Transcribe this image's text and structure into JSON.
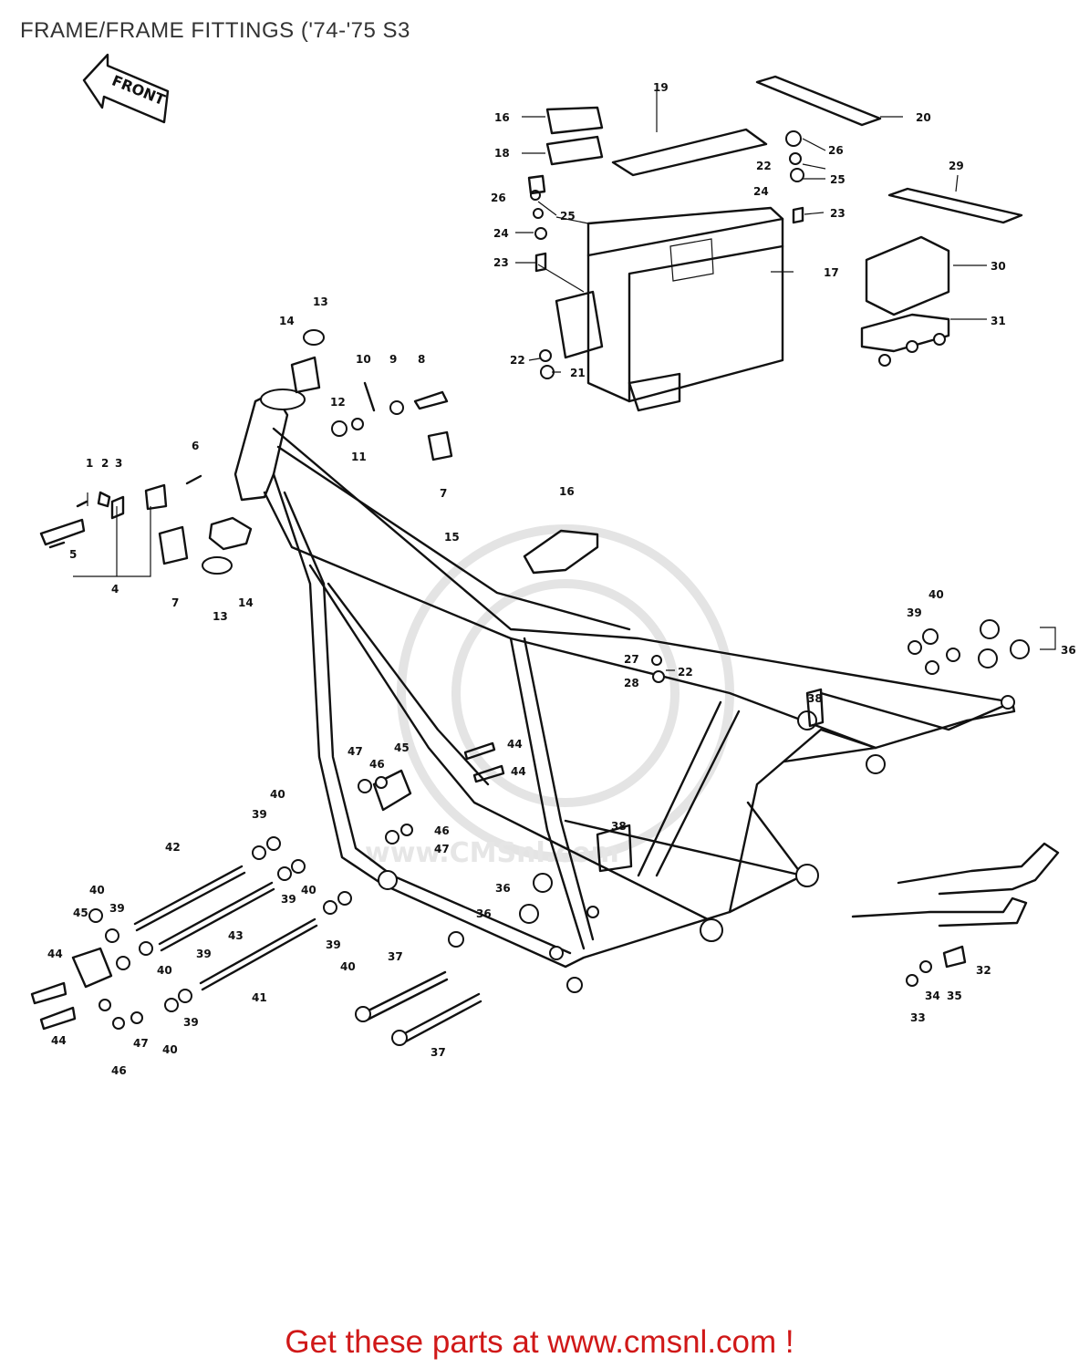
{
  "title": "FRAME/FRAME FITTINGS ('74-'75 S3",
  "footer": "Get these parts at www.cmsnl.com !",
  "front_arrow": "FRONT",
  "watermark_text": "www.CMSnl.com",
  "colors": {
    "footer": "#d01818",
    "title": "#333333",
    "line": "#111111"
  },
  "callouts": [
    {
      "id": "c1",
      "text": "1"
    },
    {
      "id": "c2",
      "text": "2"
    },
    {
      "id": "c3",
      "text": "3"
    },
    {
      "id": "c4",
      "text": "4"
    },
    {
      "id": "c5",
      "text": "5"
    },
    {
      "id": "c6",
      "text": "6"
    },
    {
      "id": "c7a",
      "text": "7"
    },
    {
      "id": "c7b",
      "text": "7"
    },
    {
      "id": "c8",
      "text": "8"
    },
    {
      "id": "c9",
      "text": "9"
    },
    {
      "id": "c10",
      "text": "10"
    },
    {
      "id": "c11",
      "text": "11"
    },
    {
      "id": "c12",
      "text": "12"
    },
    {
      "id": "c13a",
      "text": "13"
    },
    {
      "id": "c13b",
      "text": "13"
    },
    {
      "id": "c14a",
      "text": "14"
    },
    {
      "id": "c14b",
      "text": "14"
    },
    {
      "id": "c15",
      "text": "15"
    },
    {
      "id": "c16a",
      "text": "16"
    },
    {
      "id": "c16b",
      "text": "16"
    },
    {
      "id": "c17",
      "text": "17"
    },
    {
      "id": "c18",
      "text": "18"
    },
    {
      "id": "c19",
      "text": "19"
    },
    {
      "id": "c20",
      "text": "20"
    },
    {
      "id": "c21",
      "text": "21"
    },
    {
      "id": "c22a",
      "text": "22"
    },
    {
      "id": "c22b",
      "text": "22"
    },
    {
      "id": "c22c",
      "text": "22"
    },
    {
      "id": "c23a",
      "text": "23"
    },
    {
      "id": "c23b",
      "text": "23"
    },
    {
      "id": "c24a",
      "text": "24"
    },
    {
      "id": "c24b",
      "text": "24"
    },
    {
      "id": "c25a",
      "text": "25"
    },
    {
      "id": "c25b",
      "text": "25"
    },
    {
      "id": "c26a",
      "text": "26"
    },
    {
      "id": "c26b",
      "text": "26"
    },
    {
      "id": "c27",
      "text": "27"
    },
    {
      "id": "c28",
      "text": "28"
    },
    {
      "id": "c29",
      "text": "29"
    },
    {
      "id": "c30",
      "text": "30"
    },
    {
      "id": "c31",
      "text": "31"
    },
    {
      "id": "c32",
      "text": "32"
    },
    {
      "id": "c33",
      "text": "33"
    },
    {
      "id": "c34",
      "text": "34"
    },
    {
      "id": "c35",
      "text": "35"
    },
    {
      "id": "c36a",
      "text": "36"
    },
    {
      "id": "c36b",
      "text": "36"
    },
    {
      "id": "c36c",
      "text": "36"
    },
    {
      "id": "c37a",
      "text": "37"
    },
    {
      "id": "c37b",
      "text": "37"
    },
    {
      "id": "c38a",
      "text": "38"
    },
    {
      "id": "c38b",
      "text": "38"
    },
    {
      "id": "c39a",
      "text": "39"
    },
    {
      "id": "c39b",
      "text": "39"
    },
    {
      "id": "c39c",
      "text": "39"
    },
    {
      "id": "c39d",
      "text": "39"
    },
    {
      "id": "c39e",
      "text": "39"
    },
    {
      "id": "c39f",
      "text": "39"
    },
    {
      "id": "c39g",
      "text": "39"
    },
    {
      "id": "c40a",
      "text": "40"
    },
    {
      "id": "c40b",
      "text": "40"
    },
    {
      "id": "c40c",
      "text": "40"
    },
    {
      "id": "c40d",
      "text": "40"
    },
    {
      "id": "c40e",
      "text": "40"
    },
    {
      "id": "c40f",
      "text": "40"
    },
    {
      "id": "c40g",
      "text": "40"
    },
    {
      "id": "c41",
      "text": "41"
    },
    {
      "id": "c42",
      "text": "42"
    },
    {
      "id": "c43",
      "text": "43"
    },
    {
      "id": "c44a",
      "text": "44"
    },
    {
      "id": "c44b",
      "text": "44"
    },
    {
      "id": "c44c",
      "text": "44"
    },
    {
      "id": "c44d",
      "text": "44"
    },
    {
      "id": "c45a",
      "text": "45"
    },
    {
      "id": "c45b",
      "text": "45"
    },
    {
      "id": "c46a",
      "text": "46"
    },
    {
      "id": "c46b",
      "text": "46"
    },
    {
      "id": "c46c",
      "text": "46"
    },
    {
      "id": "c47a",
      "text": "47"
    },
    {
      "id": "c47b",
      "text": "47"
    },
    {
      "id": "c47c",
      "text": "47"
    }
  ]
}
